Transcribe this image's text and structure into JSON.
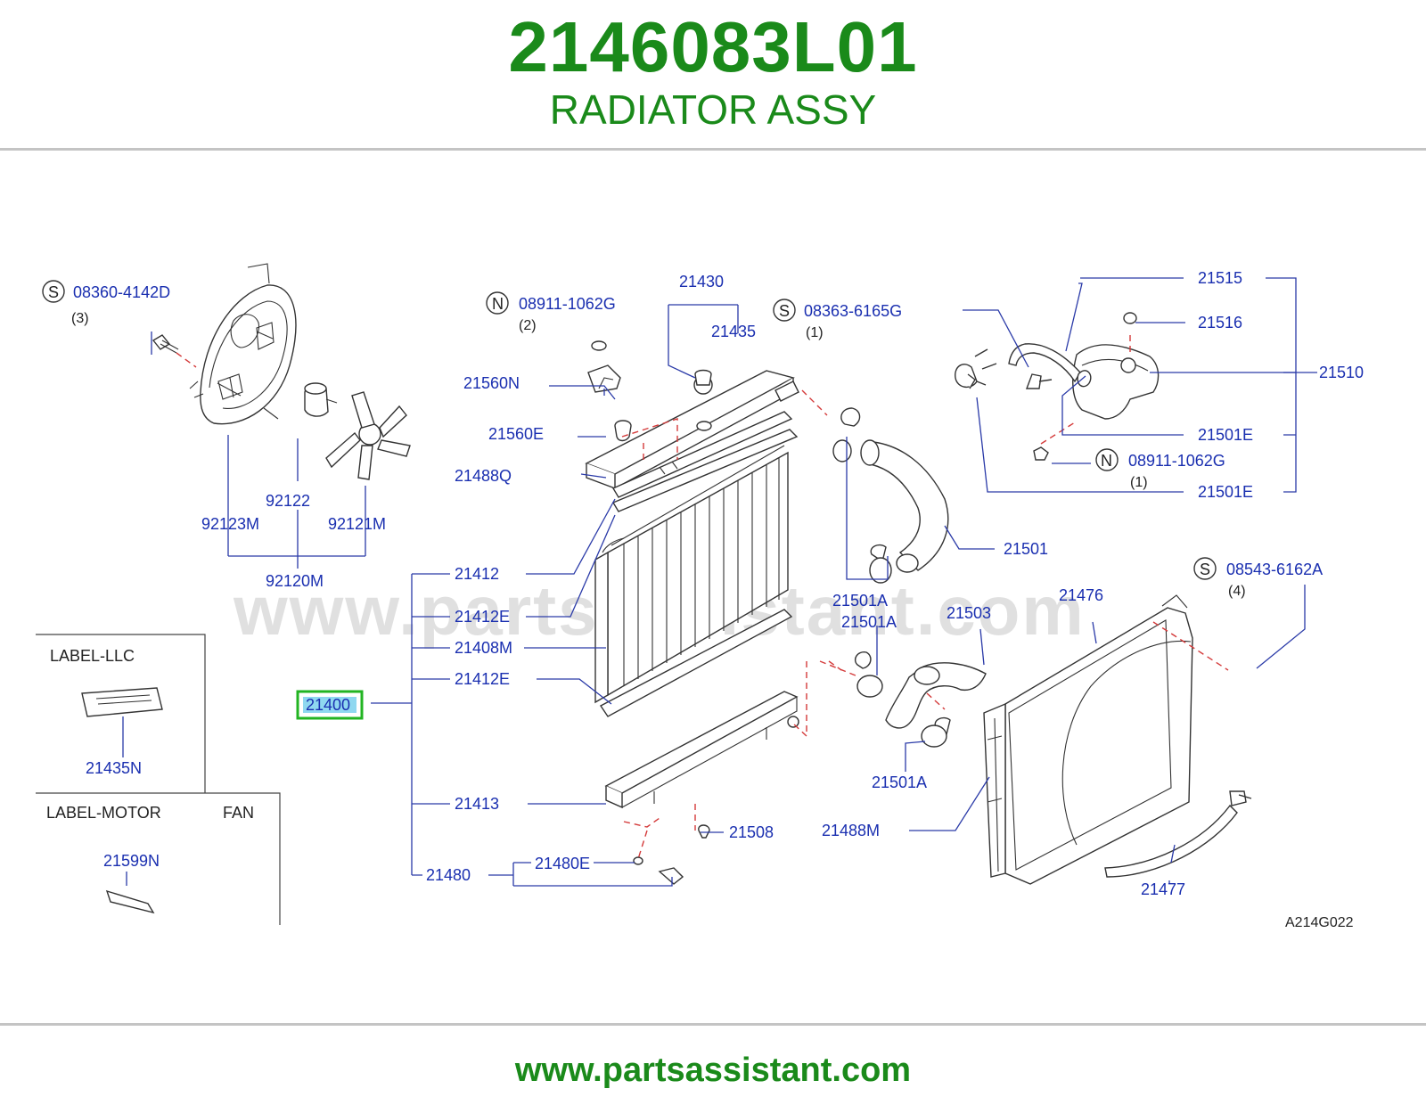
{
  "header": {
    "part_number": "2146083L01",
    "part_name": "RADIATOR ASSY"
  },
  "watermark": "www.partsassistant.com",
  "footer": {
    "url": "www.partsassistant.com"
  },
  "colors": {
    "title_green": "#1a8a1a",
    "label_blue": "#1a2fb0",
    "highlight": "#22b422",
    "highlight_fill": "#8fd8f0",
    "dash_red": "#d43a3a"
  },
  "diagram_code": "A214G022",
  "highlighted_part": "21400",
  "fasteners": [
    {
      "symbol": "S",
      "code": "08360-4142D",
      "qty": "(3)"
    },
    {
      "symbol": "N",
      "code": "08911-1062G",
      "qty": "(2)"
    },
    {
      "symbol": "S",
      "code": "08363-6165G",
      "qty": "(1)"
    },
    {
      "symbol": "N",
      "code": "08911-1062G",
      "qty": "(1)"
    },
    {
      "symbol": "S",
      "code": "08543-6162A",
      "qty": "(4)"
    }
  ],
  "labels": {
    "p21430": "21430",
    "p21435": "21435",
    "p21560N": "21560N",
    "p21560E": "21560E",
    "p21488Q": "21488Q",
    "p21412": "21412",
    "p21412E_a": "21412E",
    "p21408M": "21408M",
    "p21412E_b": "21412E",
    "p21400": "21400",
    "p21413": "21413",
    "p21480": "21480",
    "p21480E": "21480E",
    "p21508": "21508",
    "p21515": "21515",
    "p21516": "21516",
    "p21510": "21510",
    "p21501E_a": "21501E",
    "p21501E_b": "21501E",
    "p21501": "21501",
    "p21501A_a": "21501A",
    "p21501A_b": "21501A",
    "p21503": "21503",
    "p21476": "21476",
    "p21501A_c": "21501A",
    "p21488M": "21488M",
    "p21477": "21477",
    "p92122": "92122",
    "p92123M": "92123M",
    "p92121M": "92121M",
    "p92120M": "92120M",
    "p21435N": "21435N",
    "p21599N": "21599N"
  },
  "label_boxes": {
    "llc_title": "LABEL-LLC",
    "motor_title": "LABEL-MOTOR",
    "fan_title": "FAN"
  }
}
